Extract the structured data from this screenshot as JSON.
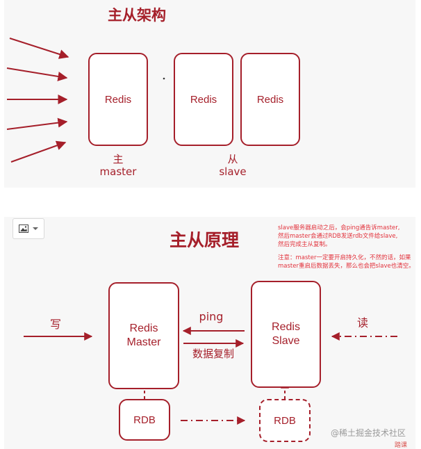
{
  "top": {
    "title": "主从架构",
    "master_box": "Redis",
    "slave_box_1": "Redis",
    "slave_box_2": "Redis",
    "master_label_cn": "主",
    "master_label_en": "master",
    "slave_label_cn": "从",
    "slave_label_en": "slave"
  },
  "bottom": {
    "title": "主从原理",
    "master_box": "Redis\nMaster",
    "slave_box": "Redis\nSlave",
    "rdb_master": "RDB",
    "rdb_slave": "RDB",
    "write_label": "写",
    "read_label": "读",
    "ping_label": "ping",
    "copy_label": "数据复制",
    "note_1": "slave服务器启动之后，会ping通告诉master,\n然后master会通过RDB发送rdb文件给slave,\n然后完成主从复制。",
    "note_2": "注意：master一定要开启持久化，不然的话，如果\nmaster重启后数据丢失，那么也会把slave也清空。"
  },
  "toolbar": {
    "image_icon": "image-icon",
    "dropdown_icon": "chevron-down-icon"
  },
  "watermark": "@稀土掘金技术社区",
  "brand": "踏课",
  "colors": {
    "accent": "#a51f2a",
    "note": "#e2313b",
    "panel": "#f7f7f7"
  }
}
